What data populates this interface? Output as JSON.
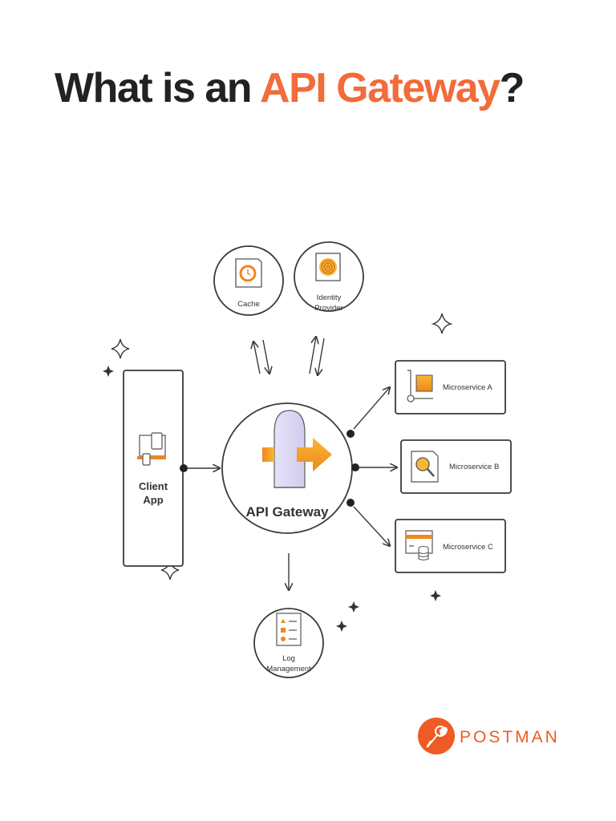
{
  "title": {
    "prefix": "What is an ",
    "highlight": "API Gateway",
    "suffix": "?"
  },
  "nodes": {
    "cache": "Cache",
    "identity_provider": [
      "Identity",
      "Provider"
    ],
    "client_app": [
      "Client",
      "App"
    ],
    "api_gateway": "API Gateway",
    "microservice_a": "Microservice A",
    "microservice_b": "Microservice B",
    "microservice_c": "Microservice C",
    "log_management": [
      "Log",
      "Management"
    ]
  },
  "brand": {
    "name": "POSTMAN",
    "icon": "postman-rocket-icon"
  },
  "colors": {
    "accent": "#f26b3a",
    "arrow_orange": "#f7a21c",
    "text_dark": "#222222",
    "stroke": "#3a3a3a"
  }
}
